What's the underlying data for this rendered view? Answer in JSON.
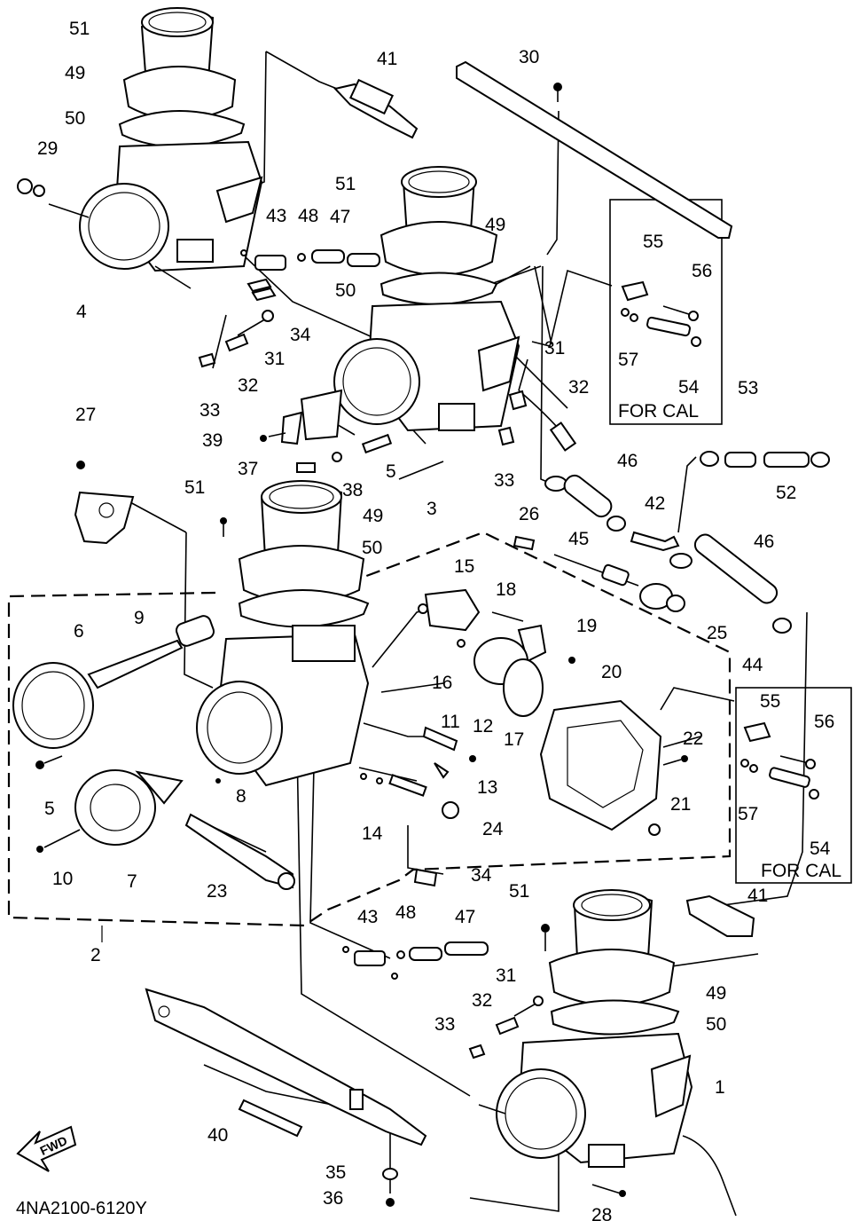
{
  "diagram": {
    "code": "4NA2100-6120Y",
    "fwd_label": "FWD",
    "for_cal_label": "FOR CAL",
    "callouts": [
      "1",
      "2",
      "3",
      "4",
      "5",
      "5",
      "6",
      "7",
      "8",
      "9",
      "10",
      "11",
      "12",
      "13",
      "14",
      "15",
      "16",
      "17",
      "18",
      "19",
      "20",
      "21",
      "22",
      "23",
      "24",
      "25",
      "26",
      "27",
      "28",
      "29",
      "30",
      "31",
      "31",
      "31",
      "32",
      "32",
      "32",
      "33",
      "33",
      "33",
      "34",
      "34",
      "35",
      "36",
      "37",
      "38",
      "39",
      "40",
      "41",
      "41",
      "42",
      "43",
      "43",
      "44",
      "45",
      "46",
      "46",
      "47",
      "47",
      "48",
      "48",
      "49",
      "49",
      "49",
      "49",
      "50",
      "50",
      "50",
      "50",
      "51",
      "51",
      "51",
      "51",
      "52",
      "53",
      "54",
      "54",
      "55",
      "55",
      "56",
      "56",
      "57",
      "57"
    ]
  }
}
